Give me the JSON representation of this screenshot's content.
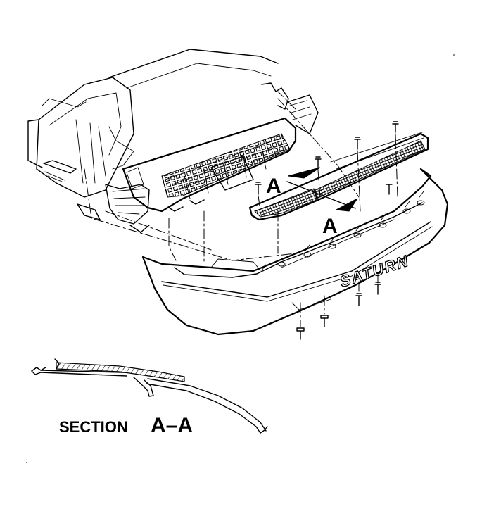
{
  "diagram": {
    "section_marker_upper": "A",
    "section_marker_lower": "A",
    "brand_text": "SATURN",
    "section_title": "SECTION",
    "section_letters": "A–A"
  }
}
